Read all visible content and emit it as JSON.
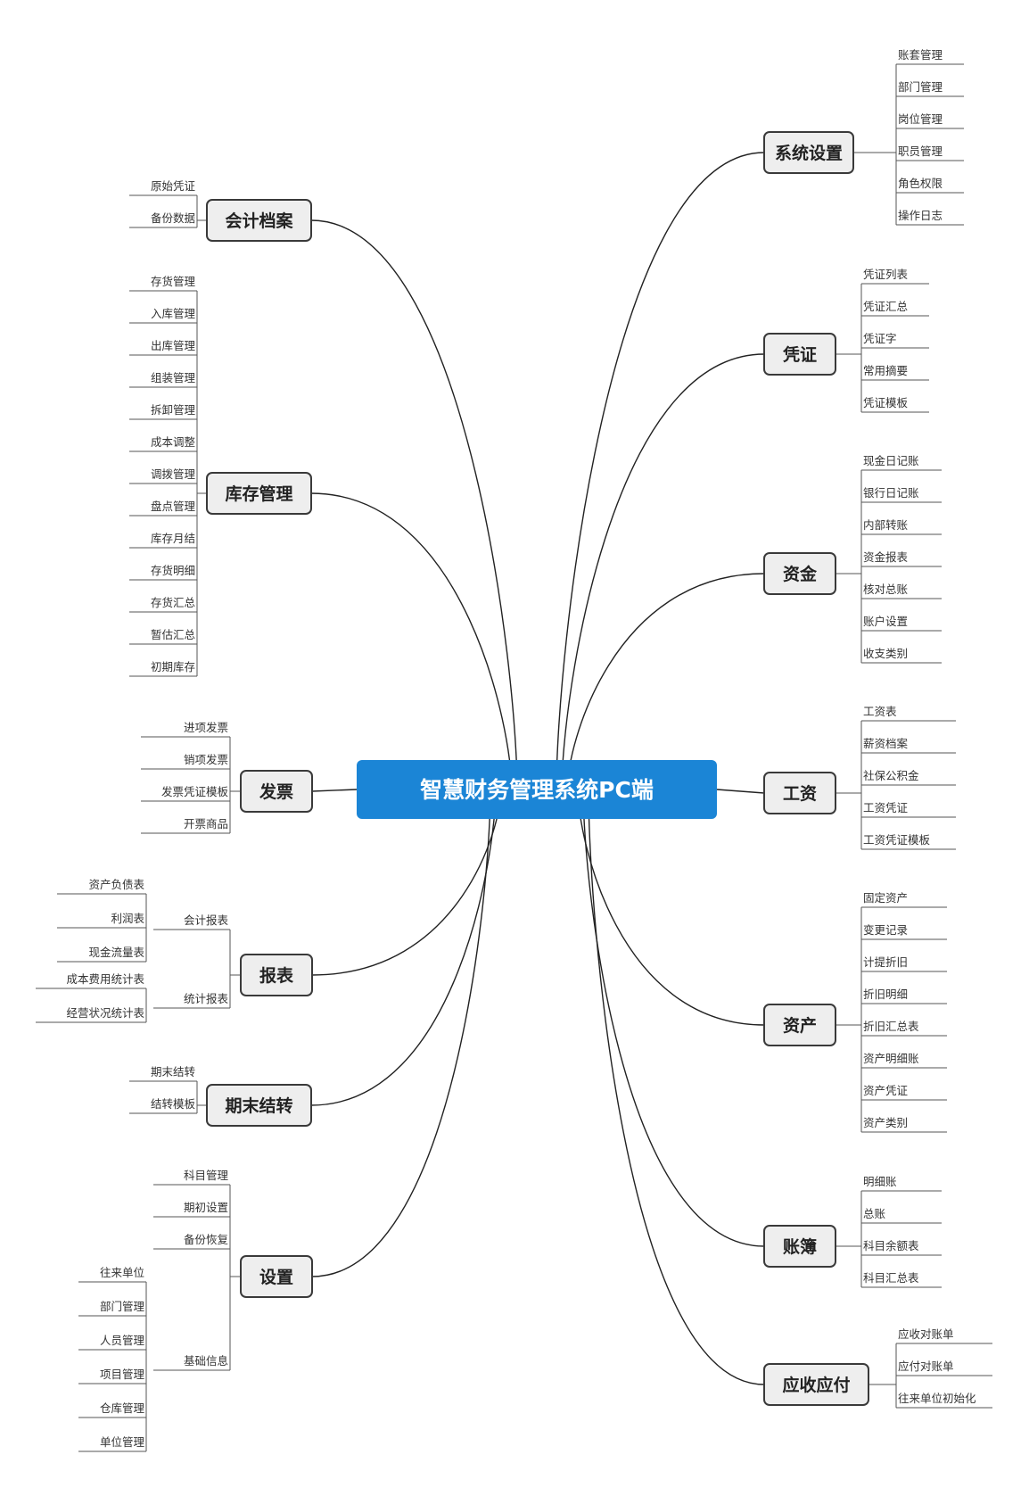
{
  "root": {
    "label": "智慧财务管理系统PC端"
  },
  "branches": [
    {
      "id": "xitong",
      "label": "系统设置",
      "side": "right",
      "items": [
        {
          "label": "账套管理"
        },
        {
          "label": "部门管理"
        },
        {
          "label": "岗位管理"
        },
        {
          "label": "职员管理"
        },
        {
          "label": "角色权限"
        },
        {
          "label": "操作日志"
        }
      ]
    },
    {
      "id": "pingzheng",
      "label": "凭证",
      "side": "right",
      "items": [
        {
          "label": "凭证列表"
        },
        {
          "label": "凭证汇总"
        },
        {
          "label": "凭证字"
        },
        {
          "label": "常用摘要"
        },
        {
          "label": "凭证模板"
        }
      ]
    },
    {
      "id": "zijin",
      "label": "资金",
      "side": "right",
      "items": [
        {
          "label": "现金日记账"
        },
        {
          "label": "银行日记账"
        },
        {
          "label": "内部转账"
        },
        {
          "label": "资金报表"
        },
        {
          "label": "核对总账"
        },
        {
          "label": "账户设置"
        },
        {
          "label": "收支类别"
        }
      ]
    },
    {
      "id": "gongzi",
      "label": "工资",
      "side": "right",
      "items": [
        {
          "label": "工资表"
        },
        {
          "label": "薪资档案"
        },
        {
          "label": "社保公积金"
        },
        {
          "label": "工资凭证"
        },
        {
          "label": "工资凭证模板"
        }
      ]
    },
    {
      "id": "zichan",
      "label": "资产",
      "side": "right",
      "items": [
        {
          "label": "固定资产"
        },
        {
          "label": "变更记录"
        },
        {
          "label": "计提折旧"
        },
        {
          "label": "折旧明细"
        },
        {
          "label": "折旧汇总表"
        },
        {
          "label": "资产明细账"
        },
        {
          "label": "资产凭证"
        },
        {
          "label": "资产类别"
        }
      ]
    },
    {
      "id": "zhangbu",
      "label": "账簿",
      "side": "right",
      "items": [
        {
          "label": "明细账"
        },
        {
          "label": "总账"
        },
        {
          "label": "科目余额表"
        },
        {
          "label": "科目汇总表"
        }
      ]
    },
    {
      "id": "yingshou",
      "label": "应收应付",
      "side": "right",
      "items": [
        {
          "label": "应收对账单"
        },
        {
          "label": "应付对账单"
        },
        {
          "label": "往来单位初始化"
        }
      ]
    },
    {
      "id": "kuaiji",
      "label": "会计档案",
      "side": "left",
      "items": [
        {
          "label": "原始凭证"
        },
        {
          "label": "备份数据"
        }
      ]
    },
    {
      "id": "kucun",
      "label": "库存管理",
      "side": "left",
      "items": [
        {
          "label": "存货管理"
        },
        {
          "label": "入库管理"
        },
        {
          "label": "出库管理"
        },
        {
          "label": "组装管理"
        },
        {
          "label": "拆卸管理"
        },
        {
          "label": "成本调整"
        },
        {
          "label": "调拨管理"
        },
        {
          "label": "盘点管理"
        },
        {
          "label": "库存月结"
        },
        {
          "label": "存货明细"
        },
        {
          "label": "存货汇总"
        },
        {
          "label": "暂估汇总"
        },
        {
          "label": "初期库存"
        }
      ]
    },
    {
      "id": "fapiao",
      "label": "发票",
      "side": "left",
      "items": [
        {
          "label": "进项发票"
        },
        {
          "label": "销项发票"
        },
        {
          "label": "发票凭证模板"
        },
        {
          "label": "开票商品"
        }
      ]
    },
    {
      "id": "baobiao",
      "label": "报表",
      "side": "left",
      "items": [
        {
          "label": "会计报表",
          "children": [
            {
              "label": "资产负债表"
            },
            {
              "label": "利润表"
            },
            {
              "label": "现金流量表"
            }
          ]
        },
        {
          "label": "统计报表",
          "children": [
            {
              "label": "成本费用统计表"
            },
            {
              "label": "经营状况统计表"
            }
          ]
        }
      ]
    },
    {
      "id": "qimo",
      "label": "期末结转",
      "side": "left",
      "items": [
        {
          "label": "期末结转"
        },
        {
          "label": "结转模板"
        }
      ]
    },
    {
      "id": "shezhi",
      "label": "设置",
      "side": "left",
      "items": [
        {
          "label": "科目管理"
        },
        {
          "label": "期初设置"
        },
        {
          "label": "备份恢复"
        },
        {
          "label": "基础信息",
          "children": [
            {
              "label": "往来单位"
            },
            {
              "label": "部门管理"
            },
            {
              "label": "人员管理"
            },
            {
              "label": "项目管理"
            },
            {
              "label": "仓库管理"
            },
            {
              "label": "单位管理"
            }
          ]
        }
      ]
    }
  ]
}
